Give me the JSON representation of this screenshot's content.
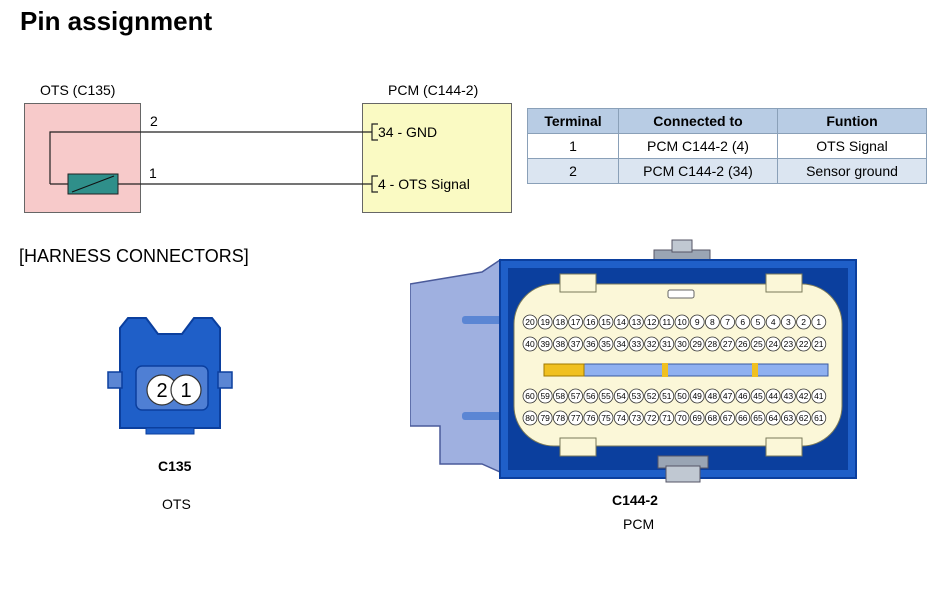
{
  "title": "Pin assignment",
  "schematic": {
    "ots_label": "OTS (C135)",
    "pcm_label": "PCM (C144-2)",
    "wire_2_label": "2",
    "wire_1_label": "1",
    "pcm_pin_gnd": "34 - GND",
    "pcm_pin_signal": "4 - OTS Signal"
  },
  "table": {
    "headers": [
      "Terminal",
      "Connected to",
      "Funtion"
    ],
    "rows": [
      [
        "1",
        "PCM C144-2 (4)",
        "OTS Signal"
      ],
      [
        "2",
        "PCM C144-2 (34)",
        "Sensor ground"
      ]
    ]
  },
  "harness": {
    "heading": "[HARNESS CONNECTORS]",
    "c135": {
      "title": "C135",
      "subtitle": "OTS",
      "pins": [
        "2",
        "1"
      ]
    },
    "c144": {
      "title": "C144-2",
      "subtitle": "PCM",
      "rows": [
        [
          "20",
          "19",
          "18",
          "17",
          "16",
          "15",
          "14",
          "13",
          "12",
          "11",
          "10",
          "9",
          "8",
          "7",
          "6",
          "5",
          "4",
          "3",
          "2",
          "1"
        ],
        [
          "40",
          "39",
          "38",
          "37",
          "36",
          "35",
          "34",
          "33",
          "32",
          "31",
          "30",
          "29",
          "28",
          "27",
          "26",
          "25",
          "24",
          "23",
          "22",
          "21"
        ],
        [
          "60",
          "59",
          "58",
          "57",
          "56",
          "55",
          "54",
          "53",
          "52",
          "51",
          "50",
          "49",
          "48",
          "47",
          "46",
          "45",
          "44",
          "43",
          "42",
          "41"
        ],
        [
          "80",
          "79",
          "78",
          "77",
          "76",
          "75",
          "74",
          "73",
          "72",
          "71",
          "70",
          "69",
          "68",
          "67",
          "66",
          "65",
          "64",
          "63",
          "62",
          "61"
        ]
      ]
    }
  },
  "colors": {
    "ots_fill": "#f7caca",
    "pcm_fill": "#fafac3",
    "table_header": "#b8cce4",
    "table_alt_row": "#dbe5f1",
    "connector_blue": "#1f5fc8",
    "connector_dark_blue": "#0b3f9e",
    "pin_face": "#fbf7d8",
    "sensor_green": "#2f8f8a",
    "latch_yellow": "#f0c020"
  }
}
